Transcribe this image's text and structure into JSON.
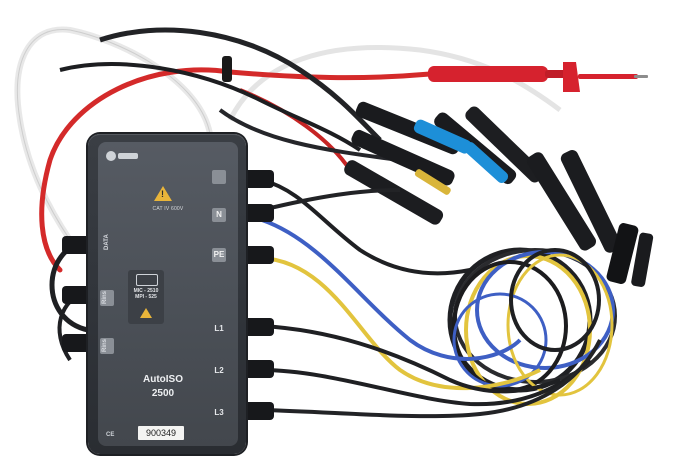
{
  "device": {
    "warning_text": "CAT IV 600V",
    "right_sockets": [
      {
        "label": ""
      },
      {
        "label": "N"
      },
      {
        "label": "PE"
      },
      {
        "label": "L1"
      },
      {
        "label": "L2"
      },
      {
        "label": "L3"
      }
    ],
    "left_sockets": [
      {
        "label": "DATA"
      },
      {
        "label": "Rins"
      },
      {
        "label": "Rins"
      }
    ],
    "compat_text": "MIC - 2510\nMPI - 525",
    "model_name": "AutoISO",
    "model_number": "2500",
    "serial": "900349",
    "cert_marks": "CE"
  },
  "colors": {
    "body": "#30343a",
    "face": "#4f545b",
    "wire_red": "#d42a2a",
    "wire_white": "#e6e6e6",
    "wire_black": "#1c1c1e",
    "wire_blue": "#3e5fc4",
    "wire_yellow": "#e2c43e",
    "plug_red": "#d6222e",
    "plug_blue": "#1d8fd8"
  }
}
